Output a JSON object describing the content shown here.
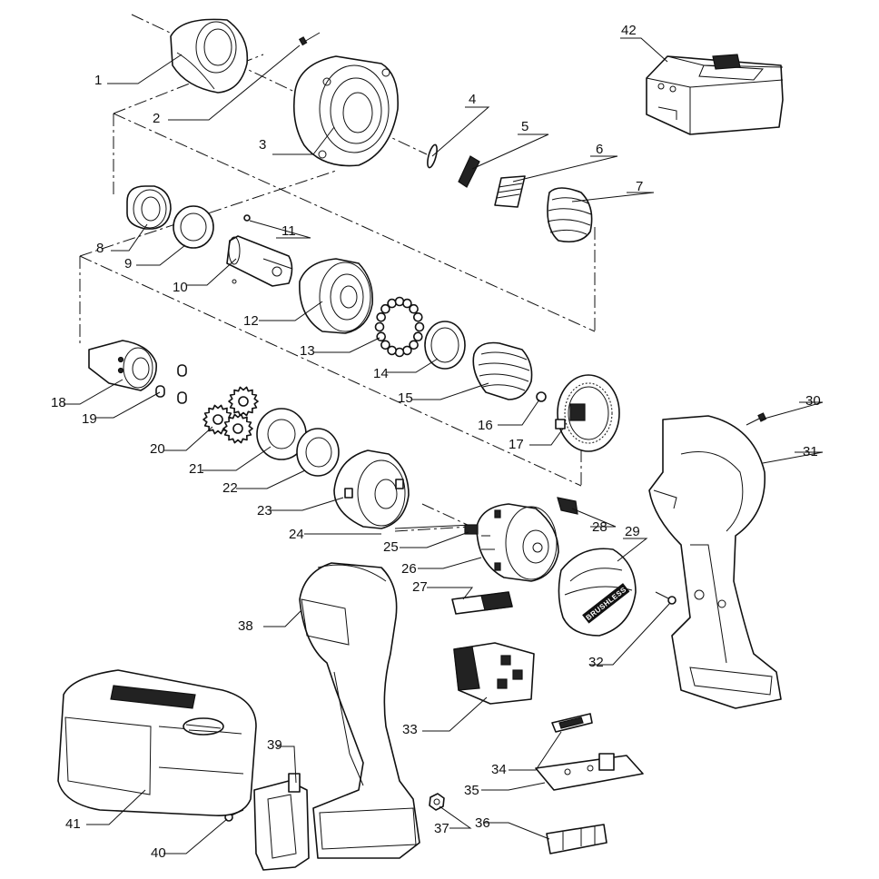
{
  "diagram": {
    "brand_badge": "BRUSHLESS",
    "parts": [
      {
        "id": "1",
        "label": "1"
      },
      {
        "id": "2",
        "label": "2"
      },
      {
        "id": "3",
        "label": "3"
      },
      {
        "id": "4",
        "label": "4"
      },
      {
        "id": "5",
        "label": "5"
      },
      {
        "id": "6",
        "label": "6"
      },
      {
        "id": "7",
        "label": "7"
      },
      {
        "id": "8",
        "label": "8"
      },
      {
        "id": "9",
        "label": "9"
      },
      {
        "id": "10",
        "label": "10"
      },
      {
        "id": "11",
        "label": "11"
      },
      {
        "id": "12",
        "label": "12"
      },
      {
        "id": "13",
        "label": "13"
      },
      {
        "id": "14",
        "label": "14"
      },
      {
        "id": "15",
        "label": "15"
      },
      {
        "id": "16",
        "label": "16"
      },
      {
        "id": "17",
        "label": "17"
      },
      {
        "id": "18",
        "label": "18"
      },
      {
        "id": "19",
        "label": "19"
      },
      {
        "id": "20",
        "label": "20"
      },
      {
        "id": "21",
        "label": "21"
      },
      {
        "id": "22",
        "label": "22"
      },
      {
        "id": "23",
        "label": "23"
      },
      {
        "id": "24",
        "label": "24"
      },
      {
        "id": "25",
        "label": "25"
      },
      {
        "id": "26",
        "label": "26"
      },
      {
        "id": "27",
        "label": "27"
      },
      {
        "id": "28",
        "label": "28"
      },
      {
        "id": "29",
        "label": "29"
      },
      {
        "id": "30",
        "label": "30"
      },
      {
        "id": "31",
        "label": "31"
      },
      {
        "id": "32",
        "label": "32"
      },
      {
        "id": "33",
        "label": "33"
      },
      {
        "id": "34",
        "label": "34"
      },
      {
        "id": "35",
        "label": "35"
      },
      {
        "id": "36",
        "label": "36"
      },
      {
        "id": "37",
        "label": "37"
      },
      {
        "id": "38",
        "label": "38"
      },
      {
        "id": "39",
        "label": "39"
      },
      {
        "id": "40",
        "label": "40"
      },
      {
        "id": "41",
        "label": "41"
      },
      {
        "id": "42",
        "label": "42"
      }
    ]
  }
}
